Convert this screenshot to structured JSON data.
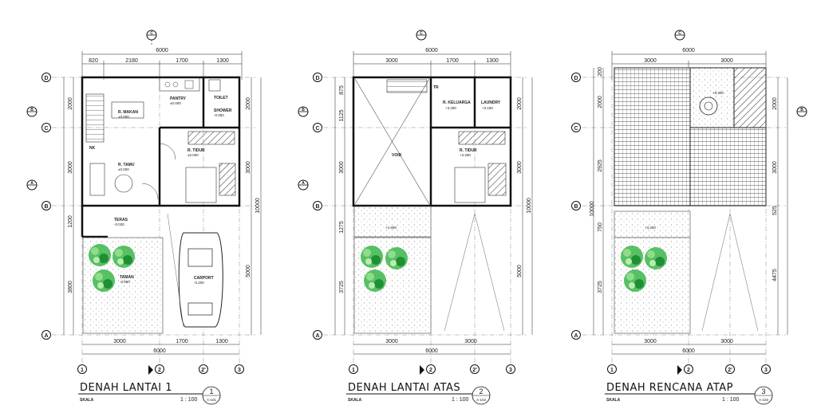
{
  "plans": [
    {
      "title": "DENAH LANTAI 1",
      "scale_label": "SKALA",
      "scale": "1 : 100",
      "sheet_no": "1",
      "sheet_ref": "A-101",
      "top_dims": [
        "820",
        "2180",
        "1700",
        "1300"
      ],
      "top_total": "6000",
      "bottom_dims": [
        "3000",
        "1700",
        "1300"
      ],
      "bottom_total": "6000",
      "left_dims": [
        "2000",
        "3000",
        "1200",
        "3800"
      ],
      "right_dims": [
        "2000",
        "3000",
        "10000",
        "5000"
      ],
      "rooms": [
        {
          "name": "R. MAKAN",
          "level": "±0.000"
        },
        {
          "name": "PANTRY",
          "level": "±0.000"
        },
        {
          "name": "TOILET",
          "level": ""
        },
        {
          "name": "SHOWER",
          "level": "-0.050"
        },
        {
          "name": "R. TAMU",
          "level": "±0.000"
        },
        {
          "name": "R. TIDUR",
          "level": "±0.000"
        },
        {
          "name": "TERAS",
          "level": "-0.030"
        },
        {
          "name": "TAMAN",
          "level": "-0.080"
        },
        {
          "name": "CARPORT",
          "level": "-0.200"
        },
        {
          "name": "NK",
          "level": ""
        }
      ]
    },
    {
      "title": "DENAH LANTAI ATAS",
      "scale_label": "SKALA",
      "scale": "1 : 100",
      "sheet_no": "2",
      "sheet_ref": "A-102",
      "top_dims": [
        "3000",
        "1700",
        "1300"
      ],
      "top_total": "6000",
      "bottom_dims": [
        "3000",
        "3000"
      ],
      "bottom_total": "6000",
      "left_dims": [
        "875",
        "1125",
        "3000",
        "1275",
        "3725"
      ],
      "right_dims": [
        "2000",
        "3000",
        "10000",
        "5000"
      ],
      "rooms": [
        {
          "name": "TR",
          "level": ""
        },
        {
          "name": "R. KELUARGA",
          "level": "+3.280"
        },
        {
          "name": "LAUNDRY",
          "level": "+3.150"
        },
        {
          "name": "VOID",
          "level": ""
        },
        {
          "name": "R. TIDUR",
          "level": "+3.280"
        },
        {
          "name": "",
          "level": "+1.800"
        }
      ]
    },
    {
      "title": "DENAH RENCANA ATAP",
      "scale_label": "SKALA",
      "scale": "1 : 100",
      "sheet_no": "3",
      "sheet_ref": "A-103",
      "top_dims": [
        "3000",
        "3000"
      ],
      "top_total": "6000",
      "bottom_dims": [
        "3000",
        "3000"
      ],
      "bottom_total": "6000",
      "left_dims": [
        "200",
        "2000",
        "2925",
        "10000",
        "750",
        "3725"
      ],
      "right_dims": [
        "2000",
        "3000",
        "525",
        "4475"
      ],
      "rooms": [
        {
          "name": "",
          "level": "+6.300"
        },
        {
          "name": "",
          "level": "+3.200"
        }
      ]
    }
  ],
  "grid_rows": [
    "D",
    "C",
    "B",
    "A"
  ],
  "grid_cols": [
    "1",
    "2",
    "2'",
    "3"
  ],
  "section_marks": [
    "A",
    "B",
    "C"
  ],
  "section_ref": "A-601"
}
